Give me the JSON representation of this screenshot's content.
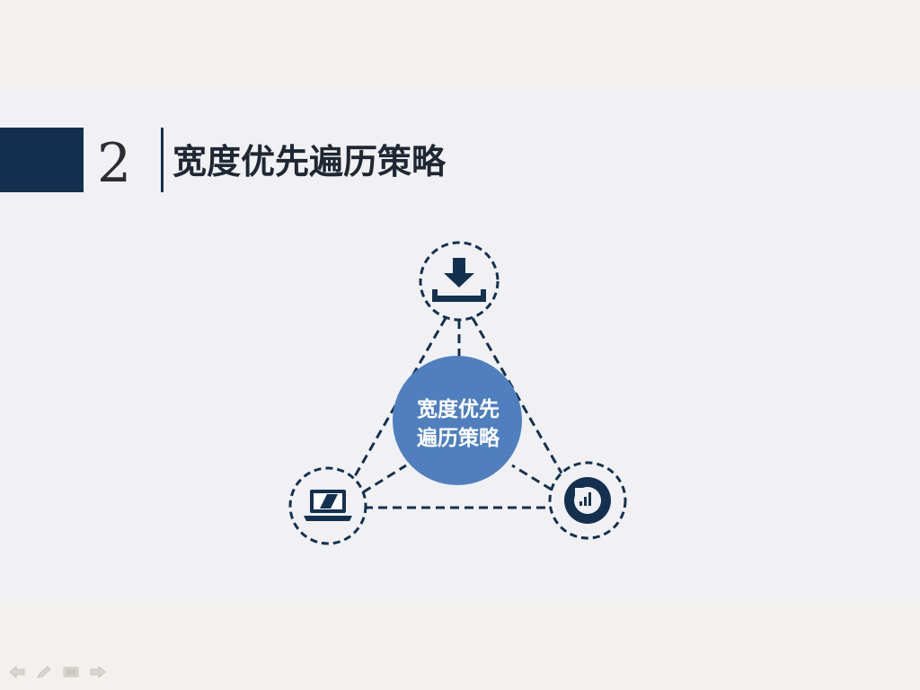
{
  "slide": {
    "number": "2",
    "title": "宽度优先遍历策略"
  },
  "diagram": {
    "center_label_line1": "宽度优先",
    "center_label_line2": "遍历策略",
    "nodes": [
      {
        "name": "download",
        "icon": "download-icon"
      },
      {
        "name": "laptop",
        "icon": "laptop-icon"
      },
      {
        "name": "chart",
        "icon": "donut-chart-icon"
      }
    ]
  },
  "nav": {
    "icons": [
      "arrow-left-icon",
      "pen-icon",
      "menu-icon",
      "arrow-right-icon"
    ]
  },
  "colors": {
    "dark_navy": "#13314f",
    "center_circle": "#4f7fbe",
    "band": "#f1f1f4",
    "background": "#f3f1ee"
  }
}
